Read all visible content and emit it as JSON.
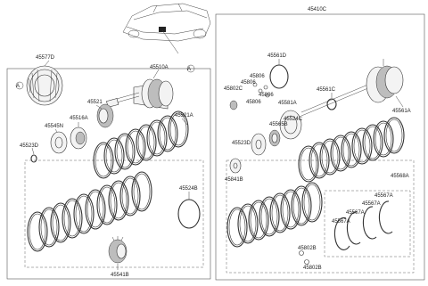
{
  "diagram": {
    "labels": {
      "p45410C": "45410C",
      "p45577D": "45577D",
      "p45510A": "45510A",
      "p45521": "45521",
      "p45545N": "45545N",
      "p45516A": "45516A",
      "p45523D_left": "45523D",
      "p45521A": "45521A",
      "p45524B": "45524B",
      "p45541B": "45541B",
      "p45561D": "45561D",
      "p45806_a": "45806",
      "p45806_b": "45806",
      "p45806_c": "45806",
      "p45806_d": "45806",
      "p45802C": "45802C",
      "p45561C": "45561C",
      "p45561A": "45561A",
      "p45581A": "45581A",
      "p45524C": "45524C",
      "p45565B": "45565B",
      "p45523D_right": "45523D",
      "p45841B": "45841B",
      "p45568A": "45568A",
      "p45567A_a": "45567A",
      "p45567A_b": "45567A",
      "p45567A_c": "45567A",
      "p45567A_d": "45567A",
      "p45802B_a": "45802B",
      "p45802B_b": "45802B",
      "ref_A_left": "A",
      "ref_A_right": "A"
    }
  }
}
